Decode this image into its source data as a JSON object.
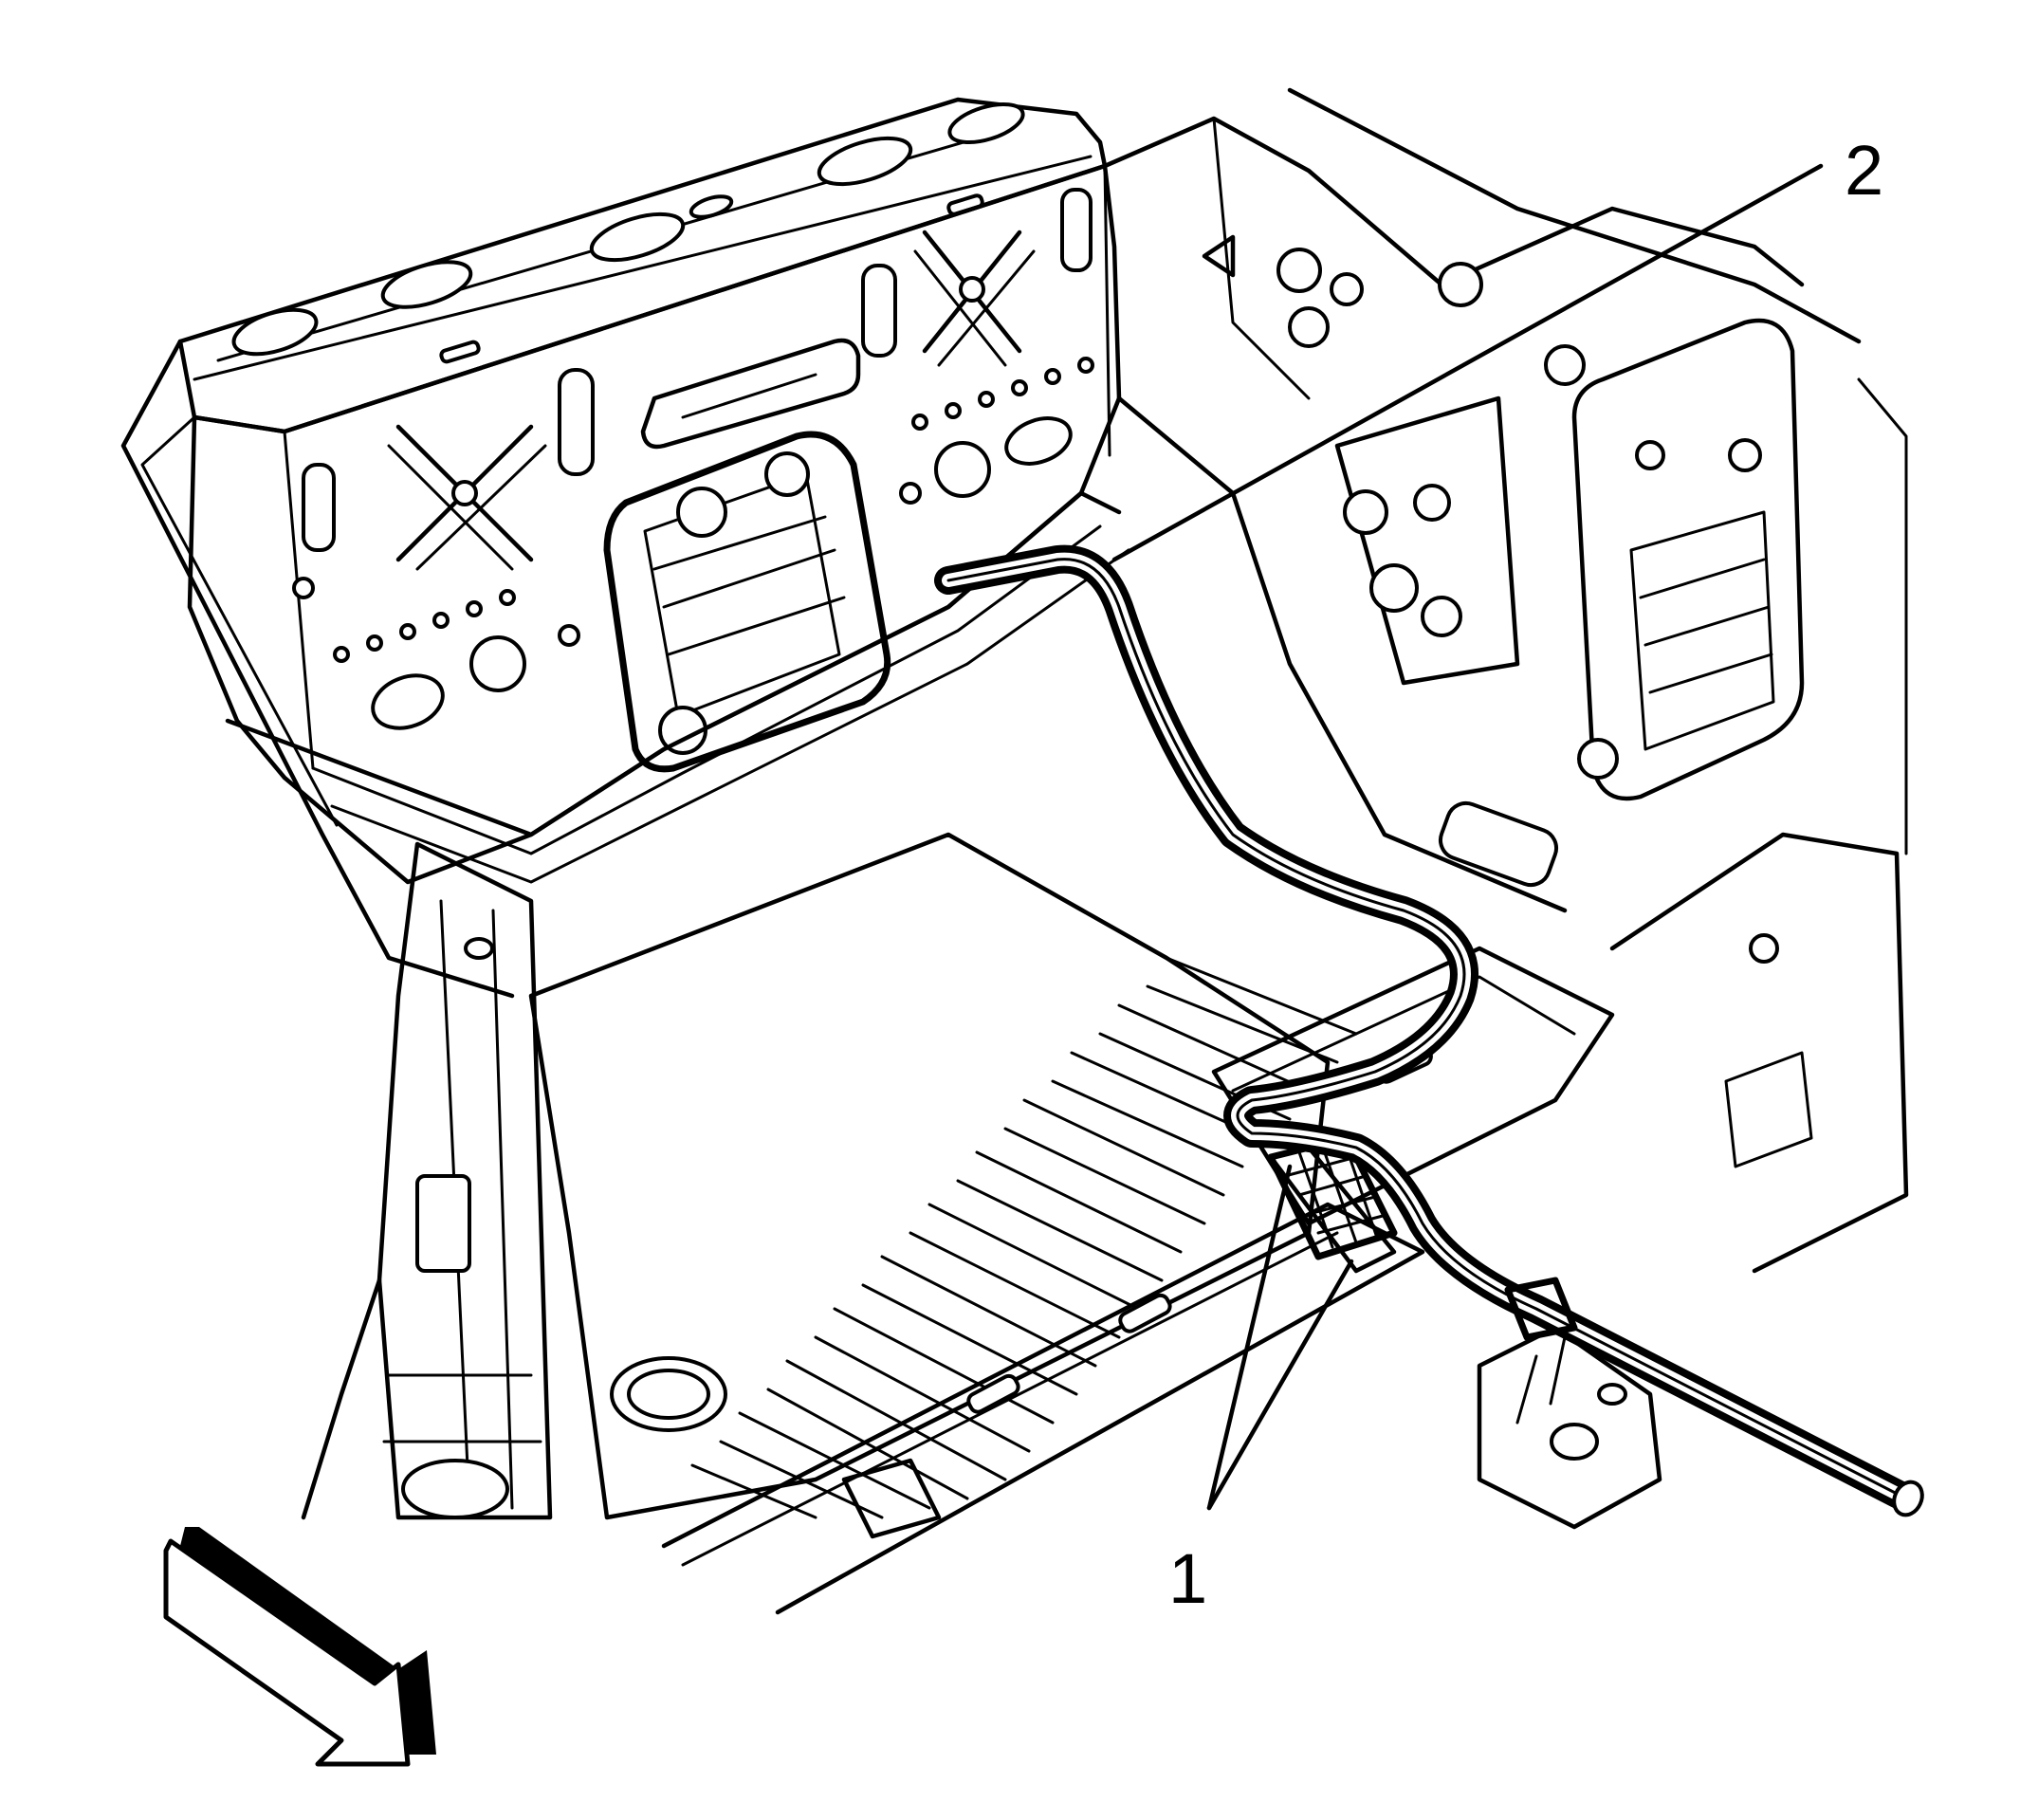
{
  "diagram": {
    "callouts": [
      {
        "id": "callout-1",
        "label": "1"
      },
      {
        "id": "callout-2",
        "label": "2"
      }
    ],
    "colors": {
      "ink": "#000000",
      "background": "#ffffff"
    },
    "icons": [
      "view-direction-arrow-icon"
    ]
  }
}
